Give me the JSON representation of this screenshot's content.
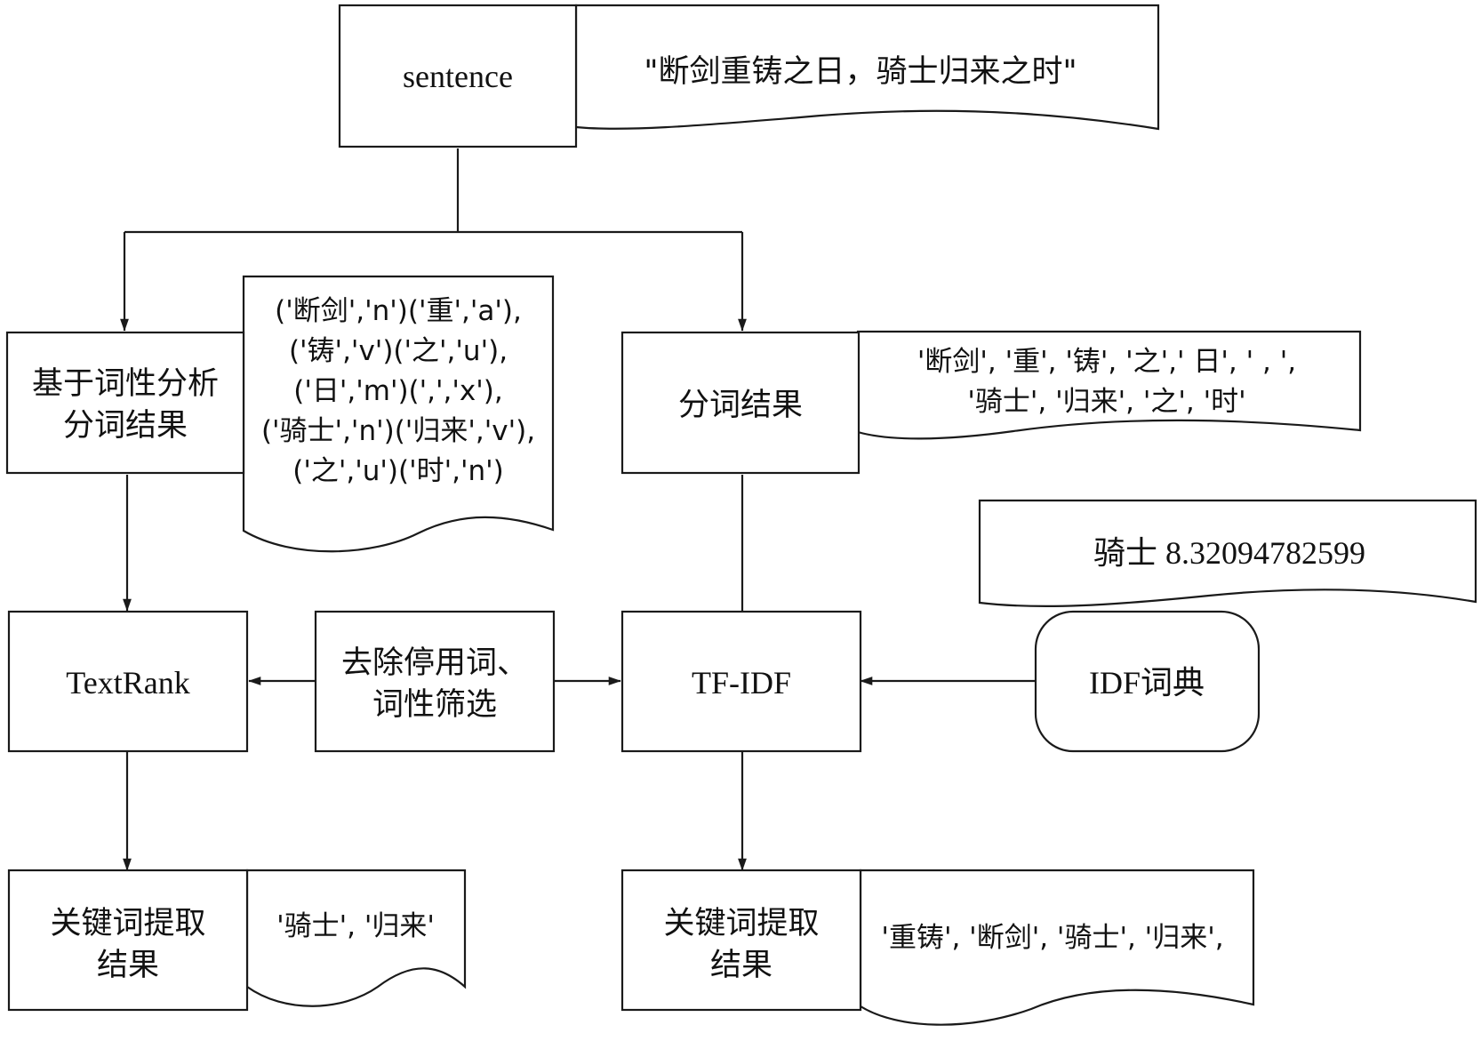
{
  "nodes": {
    "sentence": {
      "label": "sentence"
    },
    "sentence_note": {
      "text": "\"断剑重铸之日，骑士归来之时\""
    },
    "pos_seg": {
      "lines": [
        "基于词性分析",
        "分词结果"
      ]
    },
    "pos_seg_note": {
      "lines": [
        "('断剑','n')('重','a'),",
        "('铸','v')('之','u'),",
        "('日','m')(',','x'),",
        "('骑士','n')('归来','v'),",
        "('之','u')('时','n')"
      ]
    },
    "seg": {
      "label": "分词结果"
    },
    "seg_note": {
      "lines": [
        "'断剑', '重', '铸', '之',' 日', ' , ',",
        "'骑士', '归来', '之', '时'"
      ]
    },
    "idf_note": {
      "text": "骑士 8.32094782599"
    },
    "textrank": {
      "label": "TextRank"
    },
    "stopword": {
      "lines": [
        "去除停用词、",
        "词性筛选"
      ]
    },
    "tfidf": {
      "label": "TF-IDF"
    },
    "idf_dict": {
      "label": "IDF词典"
    },
    "kw_left": {
      "lines": [
        "关键词提取",
        "结果"
      ]
    },
    "kw_left_note": {
      "text": "'骑士', '归来'"
    },
    "kw_right": {
      "lines": [
        "关键词提取",
        "结果"
      ]
    },
    "kw_right_note": {
      "text": "'重铸', '断剑', '骑士', '归来',"
    }
  }
}
